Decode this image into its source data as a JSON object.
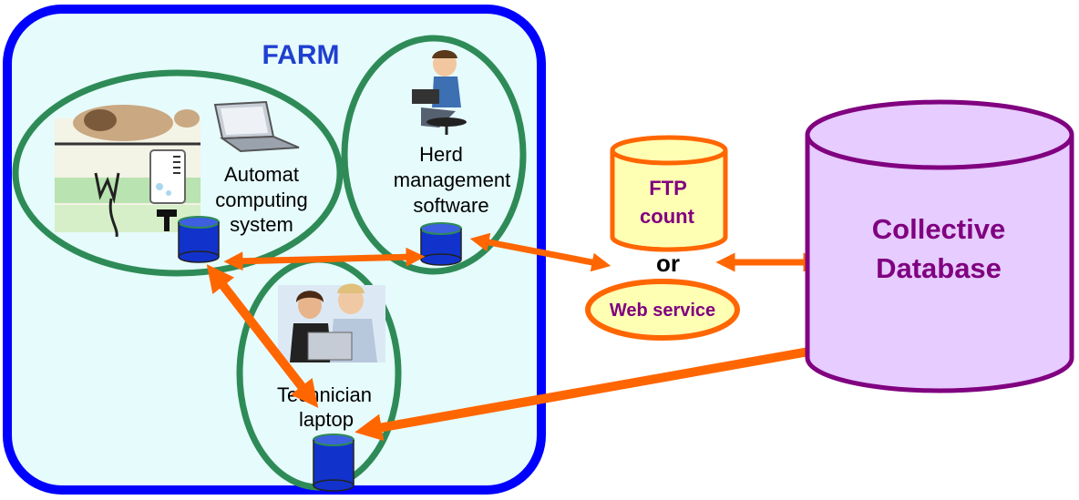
{
  "farm": {
    "title": "FARM"
  },
  "nodes": {
    "automat": {
      "line1": "Automat",
      "line2": "computing",
      "line3": "system"
    },
    "herd": {
      "line1": "Herd",
      "line2": "management",
      "line3": "software"
    },
    "technician": {
      "line1": "Technician",
      "line2": "laptop"
    }
  },
  "transfer": {
    "ftp_line1": "FTP",
    "ftp_line2": "count",
    "or_label": "or",
    "web_service": "Web service"
  },
  "collective": {
    "line1": "Collective",
    "line2": "Database"
  },
  "colors": {
    "farm_border": "#0000ff",
    "farm_fill": "#e6fbfb",
    "ellipse_stroke": "#2e8b57",
    "arrow": "#ff6600",
    "db_blue": "#1133cc",
    "collective_fill": "#e6ccff",
    "collective_stroke": "#800080",
    "label_purple": "#800080"
  }
}
